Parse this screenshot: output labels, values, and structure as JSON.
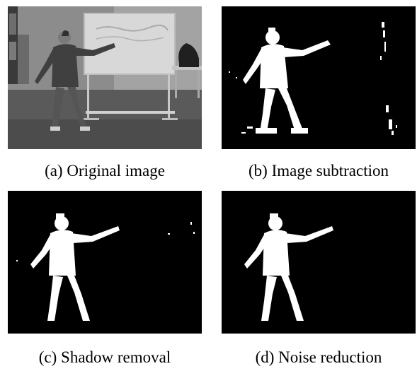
{
  "figure": {
    "panels": [
      {
        "id": "a",
        "caption": "(a) Original image"
      },
      {
        "id": "b",
        "caption": "(b) Image subtraction"
      },
      {
        "id": "c",
        "caption": "(c) Shadow removal"
      },
      {
        "id": "d",
        "caption": "(d) Noise reduction"
      }
    ]
  },
  "colors": {
    "mask_background": "#000000",
    "mask_foreground": "#ffffff"
  }
}
